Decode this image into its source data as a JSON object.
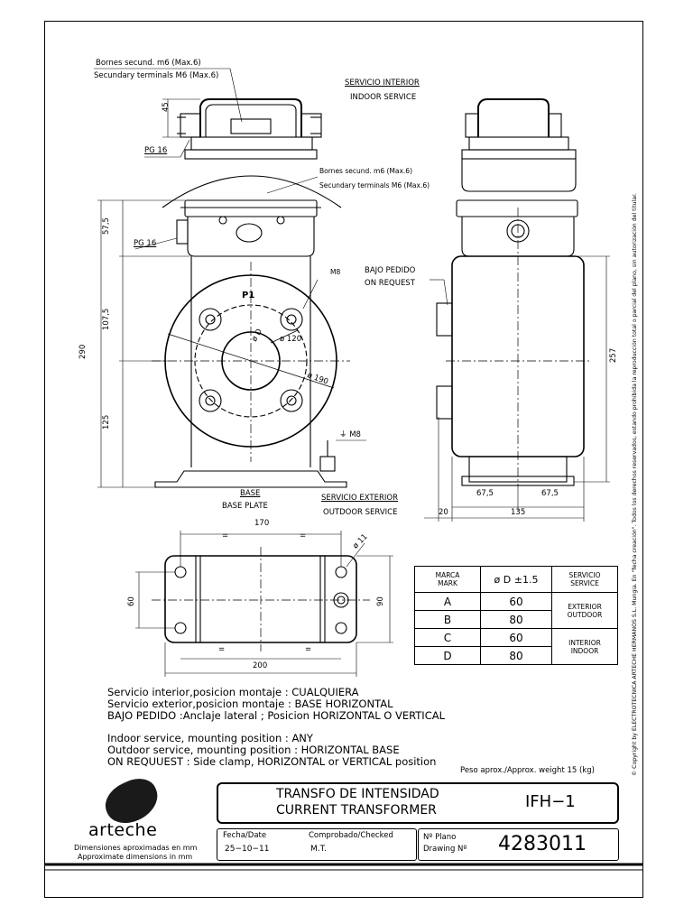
{
  "labels": {
    "bornes_top_es": "Bornes secund. m6 (Max.6)",
    "bornes_top_en": "Secundary terminals M6 (Max.6)",
    "pg16_a": "PG 16",
    "pg16_b": "PG 16",
    "indoor_es": "SERVICIO INTERIOR",
    "indoor_en": "INDOOR SERVICE",
    "bornes_mid_es": "Bornes secund. m6 (Max.6)",
    "bornes_mid_en": "Secundary terminals M6 (Max.6)",
    "m8": "M8",
    "request_es": "BAJO PEDIDO",
    "request_en": "ON REQUEST",
    "p1": "P1",
    "phi_d": "ø D",
    "phi_120": "ø 120",
    "phi_190": "ø 190",
    "ground_m8": "⏚ M8",
    "base_es": "BASE",
    "base_en": "BASE PLATE",
    "outdoor_es": "SERVICIO EXTERIOR",
    "outdoor_en": "OUTDOOR SERVICE",
    "phi_11": "ø 11"
  },
  "dimensions": {
    "d45": "45",
    "d57_5": "57,5",
    "d107_5": "107,5",
    "d290": "290",
    "d125": "125",
    "d257": "257",
    "d67_5_a": "67,5",
    "d67_5_b": "67,5",
    "d20": "20",
    "d135": "135",
    "d170": "170",
    "d60": "60",
    "d90": "90",
    "d200": "200",
    "eq": "="
  },
  "table": {
    "h_mark": "MARCA\nMARK",
    "h_phi": "ø D ±1.5",
    "h_service": "SERVICIO\nSERVICE",
    "rows": [
      {
        "mark": "A",
        "phi": "60"
      },
      {
        "mark": "B",
        "phi": "80"
      },
      {
        "mark": "C",
        "phi": "60"
      },
      {
        "mark": "D",
        "phi": "80"
      }
    ],
    "svc_exterior": "EXTERIOR",
    "svc_outdoor": "OUTDOOR",
    "svc_interior": "INTERIOR",
    "svc_indoor": "INDOOR"
  },
  "notes": {
    "es1": "Servicio interior,posicion montaje : CUALQUIERA",
    "es2": "Servicio exterior,posicion montaje : BASE HORIZONTAL",
    "es3": "BAJO PEDIDO :Anclaje lateral ; Posicion HORIZONTAL O VERTICAL",
    "en1": "Indoor service, mounting position  : ANY",
    "en2": "Outdoor service, mounting position : HORIZONTAL BASE",
    "en3": "ON REQUUEST : Side clamp, HORIZONTAL or VERTICAL position",
    "weight": "Peso aprox./Approx. weight 15 (kg)"
  },
  "title_block": {
    "brand": "arteche",
    "approx_es": "Dimensiones aproximadas en mm",
    "approx_en": "Approximate dimensions in mm",
    "title_es": "TRANSFO DE INTENSIDAD",
    "title_en": "CURRENT TRANSFORMER",
    "model": "IFH−1",
    "date_label": "Fecha/Date",
    "date": "25−10−11",
    "checked_label": "Comprobado/Checked",
    "checked": "M.T.",
    "plan_label_es": "Nº Plano",
    "plan_label_en": "Drawing Nº",
    "plan_number": "4283011"
  },
  "copyright": "© Copyright by ELECTROTECNICA ARTECHE HERMANOS S.L. Mungia. En \"fecha creación\". Todos los derechos reservados, estando prohibida la reproducción total o parcial del plano, sin autorización del titular."
}
